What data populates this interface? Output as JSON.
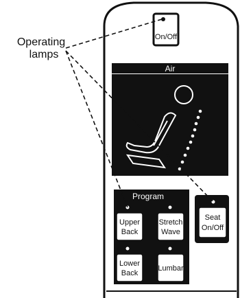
{
  "callout": {
    "line1": "Operating",
    "line2": "lamps"
  },
  "buttons": {
    "on_off": "On/Off",
    "upper_back_line1": "Upper",
    "upper_back_line2": "Back",
    "stretch_wave_line1": "Stretch",
    "stretch_wave_line2": "Wave",
    "seat_line1": "Seat",
    "seat_line2": "On/Off",
    "lower_back_line1": "Lower",
    "lower_back_line2": "Back",
    "lumbar": "Lumbar"
  },
  "sections": {
    "air": "Air",
    "program": "Program"
  },
  "colors": {
    "panel_dark": "#111111",
    "remote_body": "#ffffff",
    "ink": "#111111"
  }
}
